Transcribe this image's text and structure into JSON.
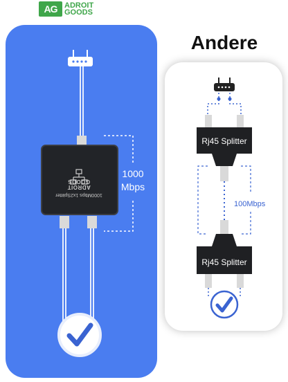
{
  "logo": {
    "mark": "AG",
    "line1": "ADROIT",
    "line2": "GOODS"
  },
  "comparison": {
    "right_title": "Andere",
    "left_speed_line1": "1000",
    "left_speed_line2": "Mbps",
    "right_speed": "100Mbps"
  },
  "device": {
    "brand_line1": "ADROIT",
    "brand_line2": "GOODS",
    "model": "1000Mbps 1x2Splitter"
  },
  "splitters": {
    "top_label": "Rj45 Splitter",
    "bottom_label": "Rj45 Splitter"
  },
  "icons": [
    "router-icon",
    "check-icon",
    "network-icon"
  ],
  "colors": {
    "brand_green": "#3fa64a",
    "left_card_blue": "#4a7df0",
    "accent_blue": "#3a63d1",
    "device_dark": "#222428"
  }
}
